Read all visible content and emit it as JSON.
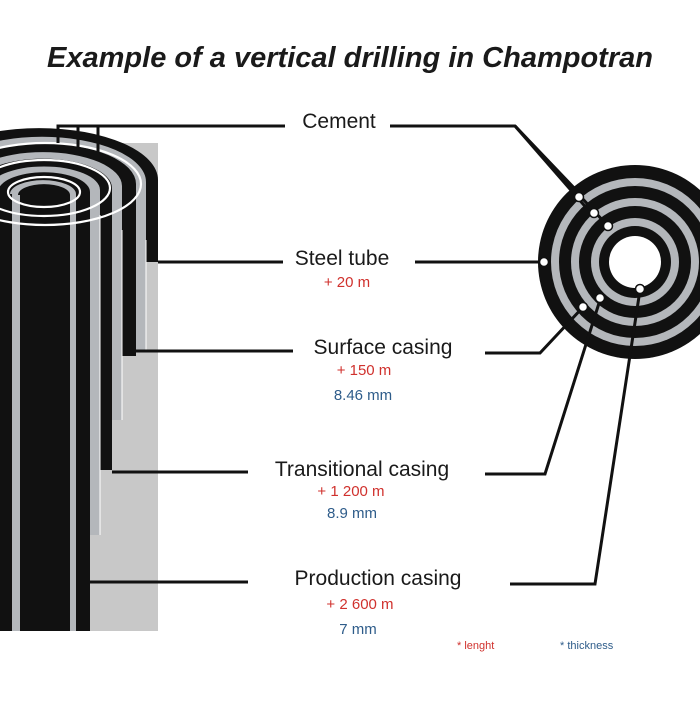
{
  "title": "Example of a vertical drilling in Champotran",
  "colors": {
    "length": "#d0312d",
    "thickness": "#2e5c8a",
    "ground": "#c8c8c8",
    "pipe": "#111111",
    "cement": "#b4b7bb"
  },
  "labels": {
    "cement": "Cement",
    "steel_tube": {
      "name": "Steel tube",
      "length": "+ 20 m"
    },
    "surface_casing": {
      "name": "Surface casing",
      "length": "+ 150 m",
      "thickness": "8.46 mm"
    },
    "transitional_casing": {
      "name": "Transitional casing",
      "length": "+ 1 200 m",
      "thickness": "8.9 mm"
    },
    "production_casing": {
      "name": "Production casing",
      "length": "+ 2 600 m",
      "thickness": "7 mm"
    }
  },
  "legend": {
    "length": "* lenght",
    "thickness": "* thickness"
  }
}
